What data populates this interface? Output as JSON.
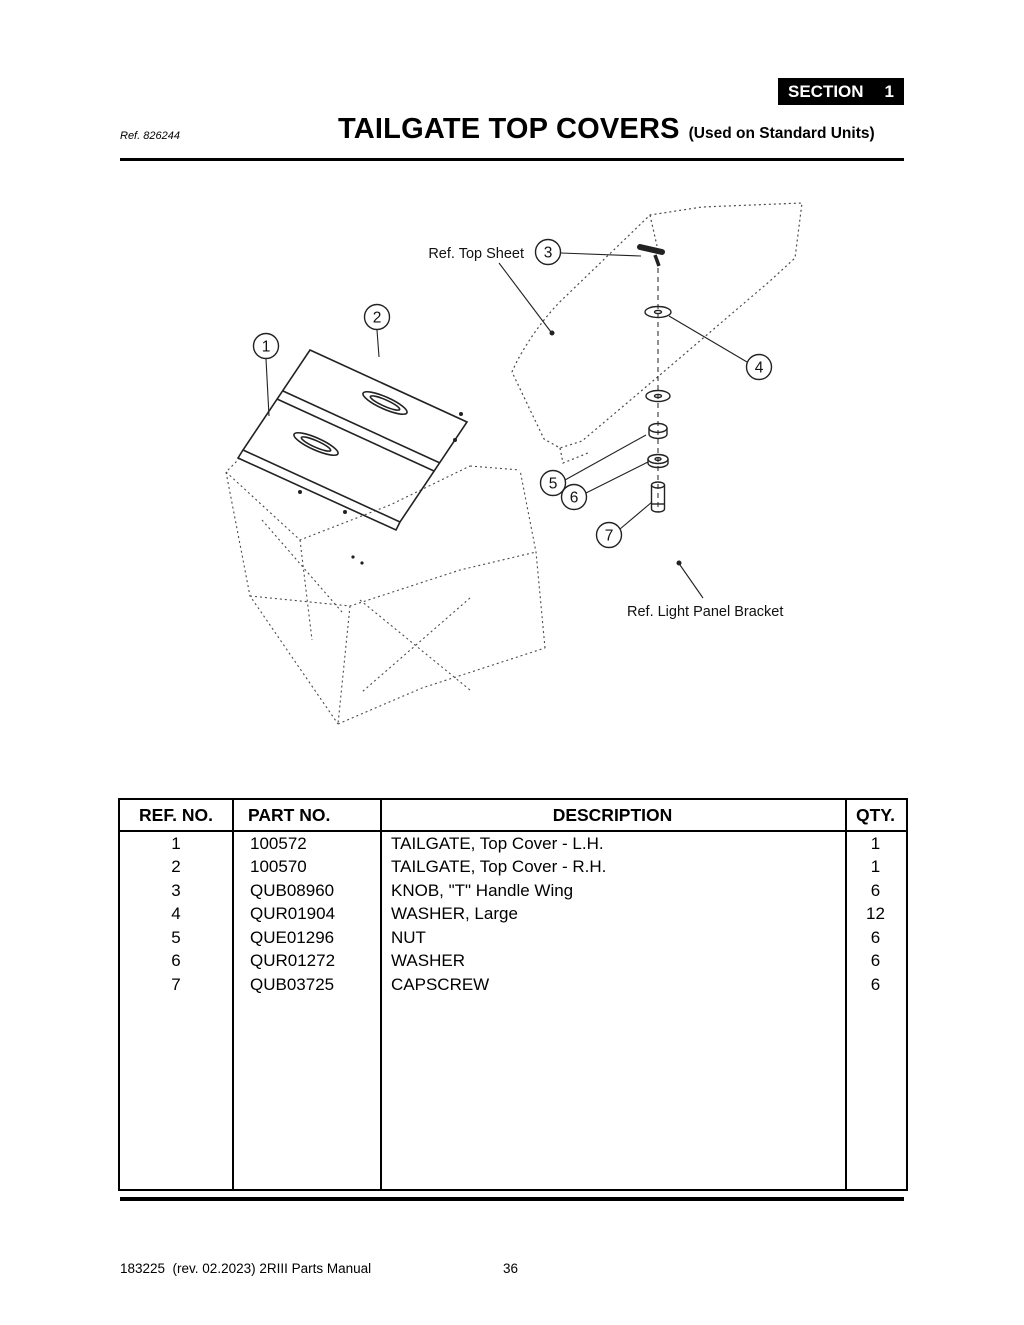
{
  "page": {
    "section_label": "SECTION",
    "section_number": "1",
    "ref_note": "Ref. 826244",
    "title": "TAILGATE TOP COVERS",
    "subtitle": "(Used on Standard Units)"
  },
  "diagram": {
    "labels": {
      "top_sheet": "Ref. Top Sheet",
      "light_panel_bracket": "Ref. Light Panel Bracket"
    },
    "callouts": [
      "1",
      "2",
      "3",
      "4",
      "5",
      "6",
      "7"
    ]
  },
  "table": {
    "headers": [
      "REF. NO.",
      "PART NO.",
      "DESCRIPTION",
      "QTY."
    ],
    "rows": [
      {
        "ref": "1",
        "part": "100572",
        "description": "TAILGATE, Top Cover - L.H.",
        "qty": "1"
      },
      {
        "ref": "2",
        "part": "100570",
        "description": "TAILGATE, Top Cover - R.H.",
        "qty": "1"
      },
      {
        "ref": "3",
        "part": "QUB08960",
        "description": "KNOB, \"T\" Handle Wing",
        "qty": "6"
      },
      {
        "ref": "4",
        "part": "QUR01904",
        "description": "WASHER, Large",
        "qty": "12"
      },
      {
        "ref": "5",
        "part": "QUE01296",
        "description": "NUT",
        "qty": "6"
      },
      {
        "ref": "6",
        "part": "QUR01272",
        "description": "WASHER",
        "qty": "6"
      },
      {
        "ref": "7",
        "part": "QUB03725",
        "description": "CAPSCREW",
        "qty": "6"
      }
    ]
  },
  "footer": {
    "doc_info": "183225  (rev. 02.2023) 2RIII Parts Manual",
    "page_number": "36"
  }
}
